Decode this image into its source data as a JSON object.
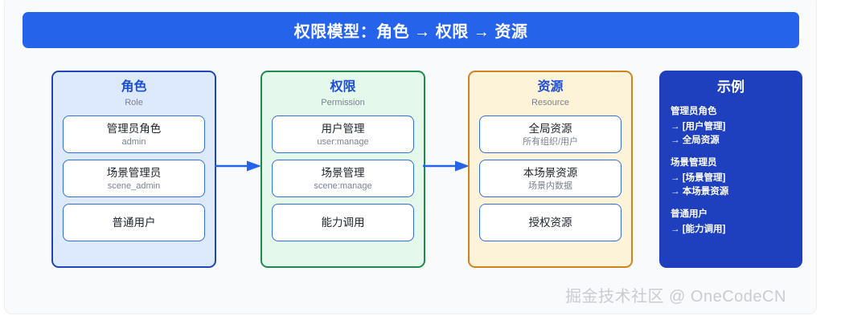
{
  "banner": {
    "title": "权限模型：角色 → 权限 → 资源",
    "color": "#2563eb"
  },
  "columns": [
    {
      "name": "role",
      "title": "角色",
      "subtitle": "Role",
      "bg": "#dde9fd",
      "border": "#2145b8",
      "cards": [
        {
          "title": "管理员角色",
          "sub": "admin"
        },
        {
          "title": "场景管理员",
          "sub": "scene_admin"
        },
        {
          "title": "普通用户",
          "sub": ""
        }
      ]
    },
    {
      "name": "permission",
      "title": "权限",
      "subtitle": "Permission",
      "bg": "#e5f8ec",
      "border": "#1e8b4d",
      "cards": [
        {
          "title": "用户管理",
          "sub": "user:manage"
        },
        {
          "title": "场景管理",
          "sub": "scene:manage"
        },
        {
          "title": "能力调用",
          "sub": ""
        }
      ]
    },
    {
      "name": "resource",
      "title": "资源",
      "subtitle": "Resource",
      "bg": "#fdf3d8",
      "border": "#d2821c",
      "cards": [
        {
          "title": "全局资源",
          "sub": "所有组织/用户"
        },
        {
          "title": "本场景资源",
          "sub": "场景内数据"
        },
        {
          "title": "授权资源",
          "sub": ""
        }
      ]
    }
  ],
  "example": {
    "title": "示例",
    "bg": "#1e3fbe",
    "groups": [
      {
        "head": "管理员角色",
        "lines": [
          "→ [用户管理]",
          "→ 全局资源"
        ]
      },
      {
        "head": "场景管理员",
        "lines": [
          "→ [场景管理]",
          "→ 本场景资源"
        ]
      },
      {
        "head": "普通用户",
        "lines": [
          "→ [能力调用]"
        ]
      }
    ]
  },
  "arrows": [
    {
      "name": "role-to-permission",
      "color": "#2563eb"
    },
    {
      "name": "permission-to-resource",
      "color": "#2563eb"
    }
  ],
  "watermark": "掘金技术社区 @ OneCodeCN"
}
